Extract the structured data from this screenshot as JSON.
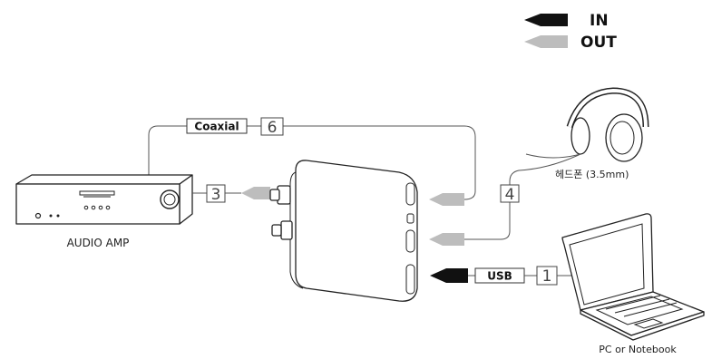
{
  "legend": {
    "in_label": "IN",
    "out_label": "OUT",
    "in_color": "#111111",
    "out_color": "#bdbdbd"
  },
  "connections": [
    {
      "number": "1",
      "label": "USB"
    },
    {
      "number": "3",
      "label": ""
    },
    {
      "number": "4",
      "label": ""
    },
    {
      "number": "6",
      "label": "Coaxial"
    }
  ],
  "devices": {
    "amp": {
      "caption": "AUDIO AMP",
      "icon": "audio-amp-icon"
    },
    "headphones": {
      "caption": "헤드폰 (3.5mm)",
      "icon": "headphones-icon"
    },
    "laptop": {
      "caption": "PC or Notebook",
      "icon": "laptop-icon"
    },
    "dac": {
      "icon": "dac-device-icon"
    }
  }
}
